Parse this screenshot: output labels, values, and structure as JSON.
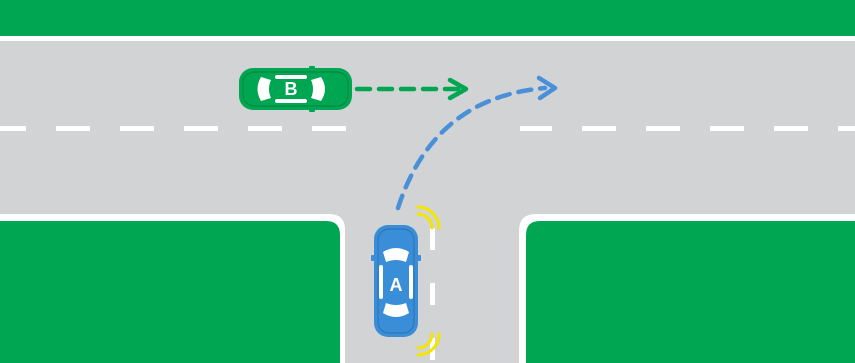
{
  "colors": {
    "grass": "#00a651",
    "road": "#d1d3d4",
    "marking": "#ffffff",
    "car_a": "#3a8ed8",
    "car_b": "#00a651",
    "path_a": "#4a90d9",
    "path_b": "#00a651",
    "indicator": "#f2e600"
  },
  "cars": {
    "a": {
      "label": "A",
      "signal": "indicator-right"
    },
    "b": {
      "label": "B"
    }
  },
  "icons": {
    "indicator": "indicator-light-icon",
    "arrow": "arrow-head-icon"
  }
}
